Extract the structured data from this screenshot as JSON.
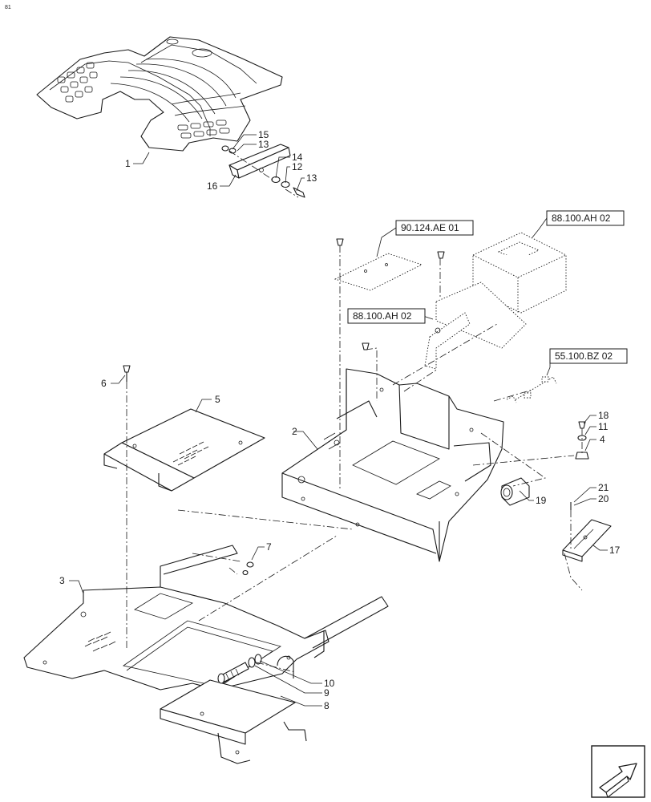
{
  "document_id": "81",
  "references": [
    "90.124.AE 01",
    "88.100.AH 02",
    "88.100.AH 02",
    "55.100.BZ 02"
  ],
  "callouts": [
    "1",
    "2",
    "3",
    "4",
    "5",
    "6",
    "7",
    "8",
    "9",
    "10",
    "11",
    "12",
    "13",
    "13",
    "14",
    "15",
    "16",
    "17",
    "18",
    "19",
    "20",
    "21"
  ],
  "nav_icon": "next-page-arrow-icon"
}
